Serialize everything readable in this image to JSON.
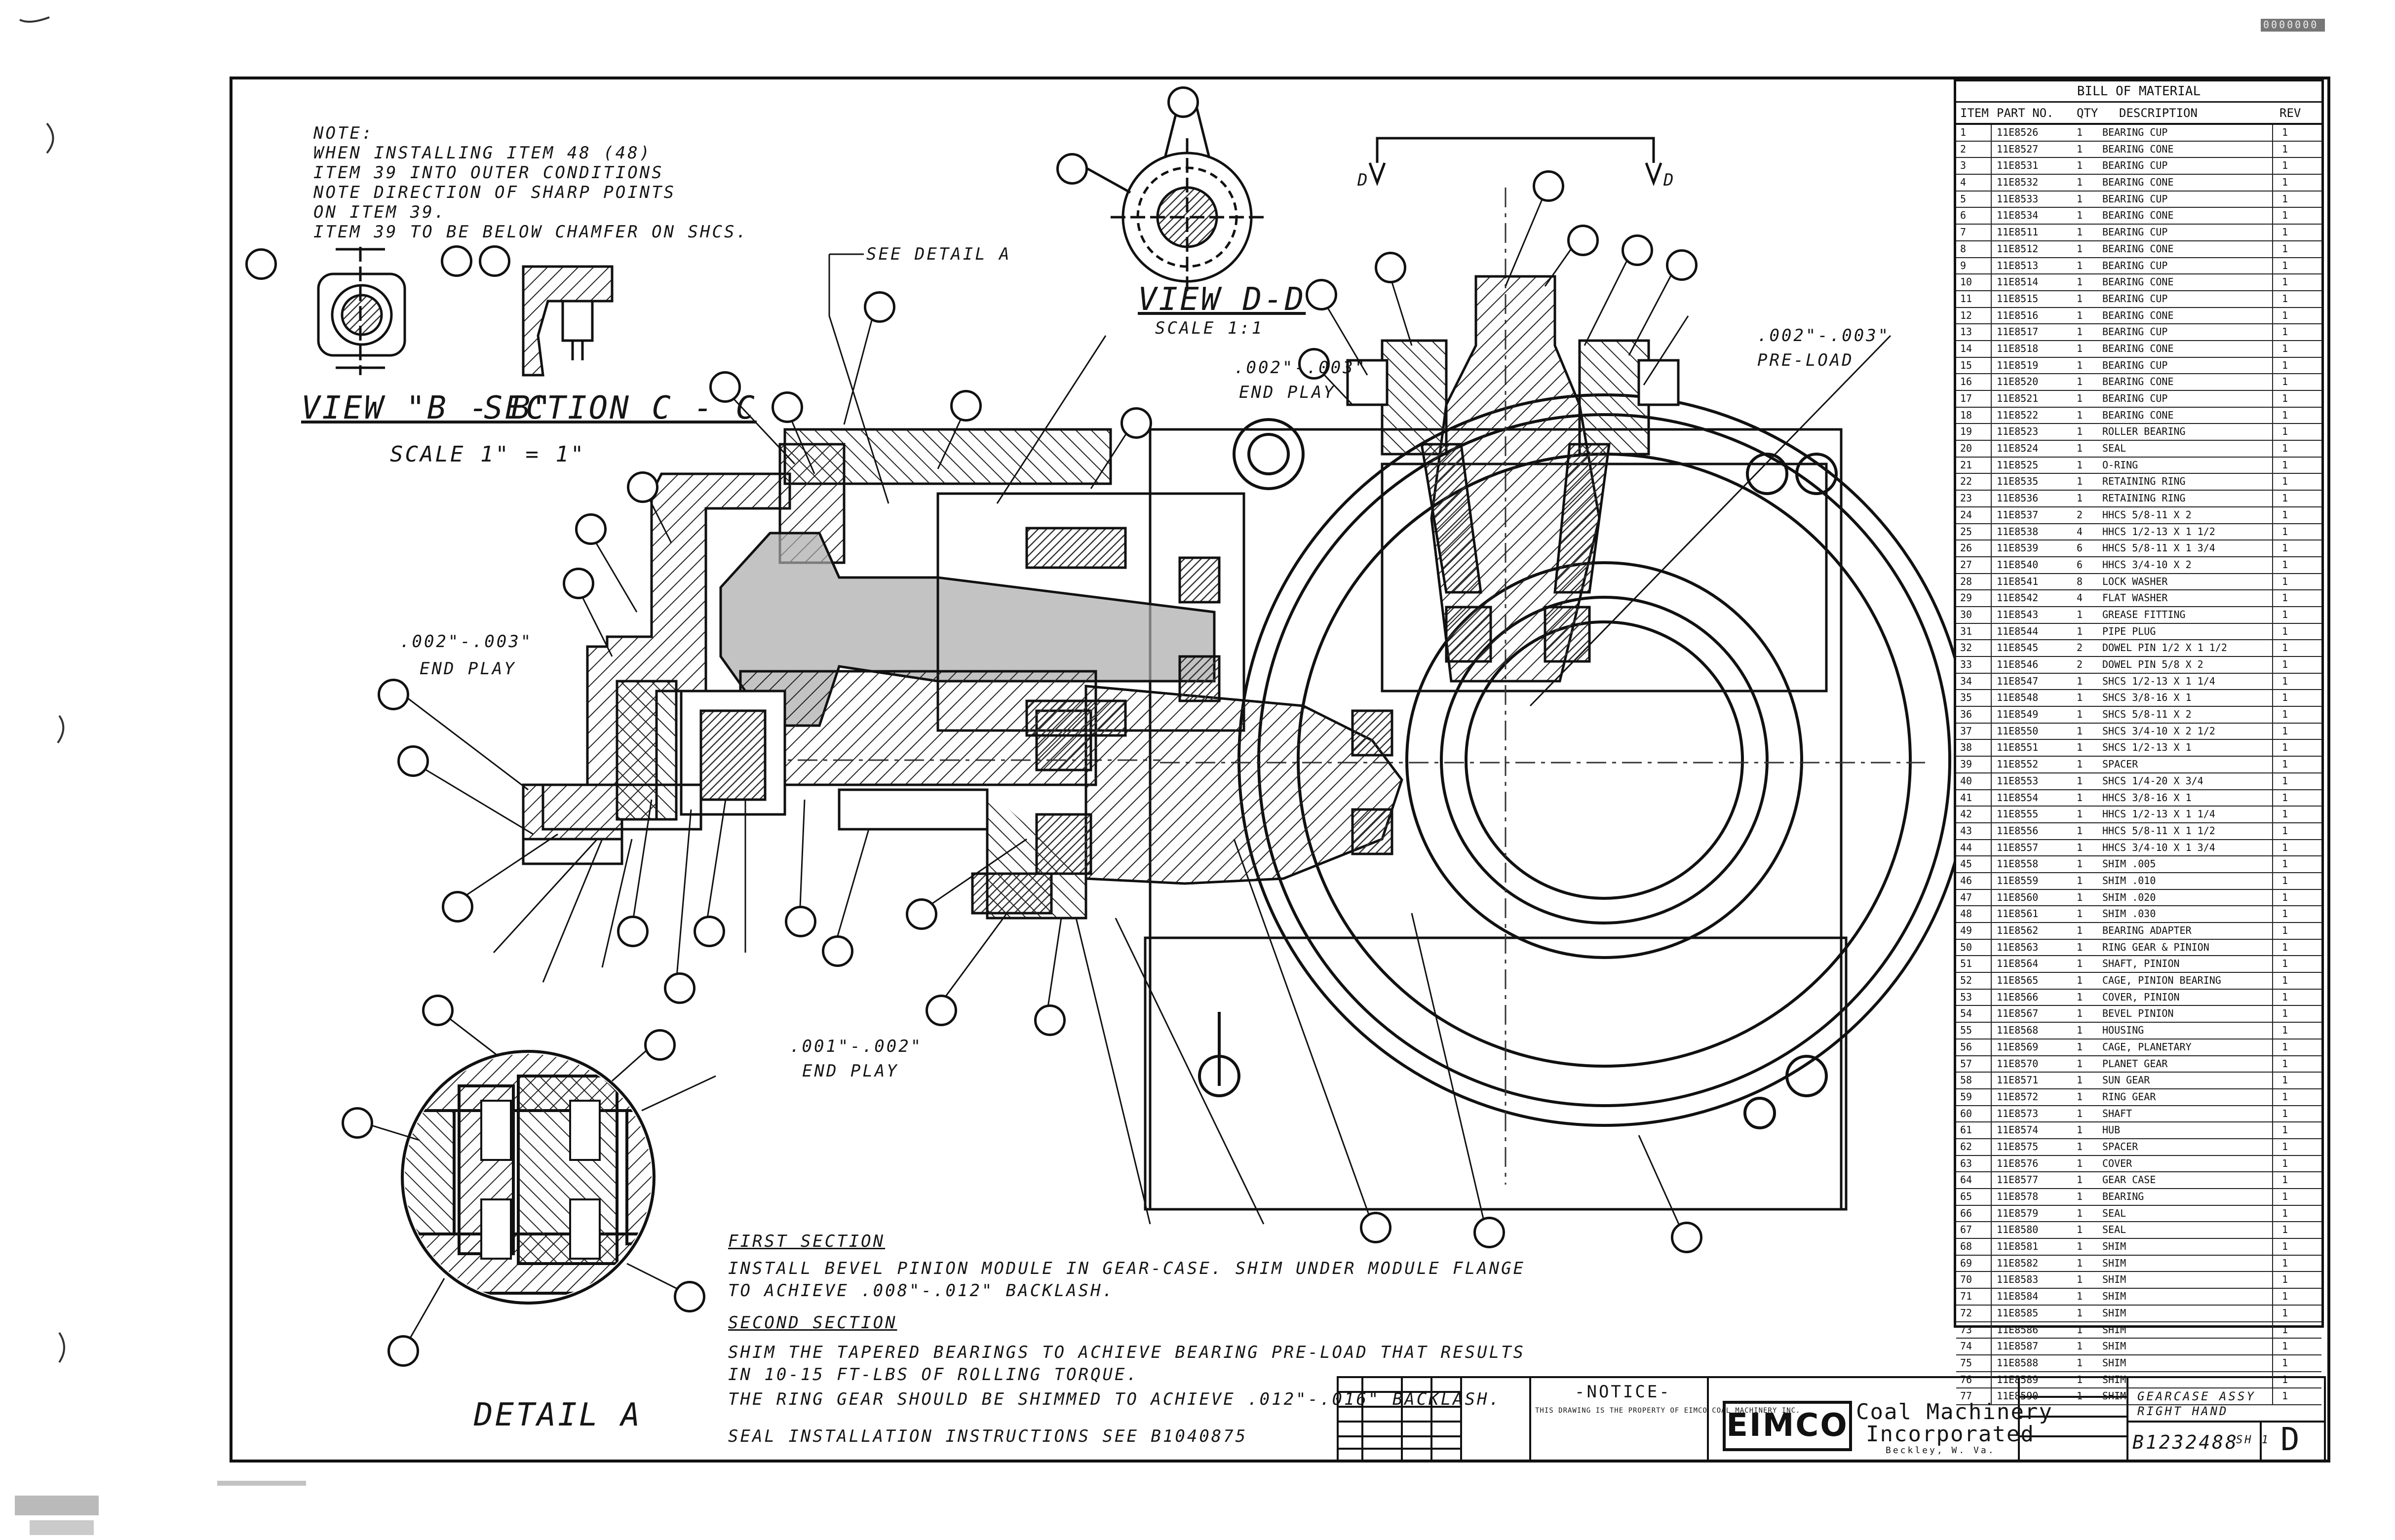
{
  "drawing": {
    "notes": {
      "heading": "NOTE:",
      "lines": [
        "WHEN INSTALLING ITEM 48 (48)",
        "ITEM 39 INTO OUTER CONDITIONS",
        "NOTE DIRECTION OF SHARP POINTS",
        "ON ITEM 39.",
        "ITEM 39 TO BE BELOW CHAMFER ON SHCS."
      ]
    },
    "view_bb_label": "VIEW \"B - B\"",
    "section_cc_label": "SECTION C - C",
    "scale_label": "SCALE 1\" = 1\"",
    "view_dd_label": "VIEW D-D",
    "view_dd_scale": "SCALE 1:1",
    "see_detail_label": "SEE DETAIL A",
    "detail_a_label": "DETAIL A",
    "backlash_note_1": ".002\"-.003\"",
    "backlash_note_1b": "END PLAY",
    "backlash_note_2": ".002\"-.003\"",
    "backlash_note_2b": "END PLAY",
    "backlash_note_3": ".001\"-.002\"",
    "backlash_note_3b": "END PLAY",
    "backlash_note_4": ".002\"-.003\"",
    "backlash_note_4b": "PRE-LOAD",
    "section_marker_left": "D",
    "section_marker_right": "D",
    "instructions": {
      "first_heading": "FIRST SECTION",
      "first_text": "INSTALL BEVEL PINION MODULE IN GEAR-CASE. SHIM UNDER MODULE FLANGE",
      "first_text_2": "TO ACHIEVE .008\"-.012\" BACKLASH.",
      "second_heading": "SECOND SECTION",
      "second_text": "SHIM THE TAPERED BEARINGS TO ACHIEVE BEARING PRE-LOAD THAT RESULTS",
      "second_text_2": "IN 10-15 FT-LBS OF ROLLING TORQUE.",
      "second_text_3": "THE RING GEAR SHOULD BE SHIMMED TO ACHIEVE .012\"-.016\" BACKLASH.",
      "seal_text": "SEAL INSTALLATION INSTRUCTIONS SEE B1040875"
    },
    "top_right_stamp": "0000000"
  },
  "bom": {
    "title": "BILL OF MATERIAL",
    "columns": [
      "ITEM",
      "PART NO.",
      "QTY",
      "DESCRIPTION",
      "REV"
    ],
    "rows": [
      [
        "1",
        "11E8526",
        "1",
        "BEARING CUP",
        "1"
      ],
      [
        "2",
        "11E8527",
        "1",
        "BEARING CONE",
        "1"
      ],
      [
        "3",
        "11E8531",
        "1",
        "BEARING CUP",
        "1"
      ],
      [
        "4",
        "11E8532",
        "1",
        "BEARING CONE",
        "1"
      ],
      [
        "5",
        "11E8533",
        "1",
        "BEARING CUP",
        "1"
      ],
      [
        "6",
        "11E8534",
        "1",
        "BEARING CONE",
        "1"
      ],
      [
        "7",
        "11E8511",
        "1",
        "BEARING CUP",
        "1"
      ],
      [
        "8",
        "11E8512",
        "1",
        "BEARING CONE",
        "1"
      ],
      [
        "9",
        "11E8513",
        "1",
        "BEARING CUP",
        "1"
      ],
      [
        "10",
        "11E8514",
        "1",
        "BEARING CONE",
        "1"
      ],
      [
        "11",
        "11E8515",
        "1",
        "BEARING CUP",
        "1"
      ],
      [
        "12",
        "11E8516",
        "1",
        "BEARING CONE",
        "1"
      ],
      [
        "13",
        "11E8517",
        "1",
        "BEARING CUP",
        "1"
      ],
      [
        "14",
        "11E8518",
        "1",
        "BEARING CONE",
        "1"
      ],
      [
        "15",
        "11E8519",
        "1",
        "BEARING CUP",
        "1"
      ],
      [
        "16",
        "11E8520",
        "1",
        "BEARING CONE",
        "1"
      ],
      [
        "17",
        "11E8521",
        "1",
        "BEARING CUP",
        "1"
      ],
      [
        "18",
        "11E8522",
        "1",
        "BEARING CONE",
        "1"
      ],
      [
        "19",
        "11E8523",
        "1",
        "ROLLER BEARING",
        "1"
      ],
      [
        "20",
        "11E8524",
        "1",
        "SEAL",
        "1"
      ],
      [
        "21",
        "11E8525",
        "1",
        "O-RING",
        "1"
      ],
      [
        "22",
        "11E8535",
        "1",
        "RETAINING RING",
        "1"
      ],
      [
        "23",
        "11E8536",
        "1",
        "RETAINING RING",
        "1"
      ],
      [
        "24",
        "11E8537",
        "2",
        "HHCS 5/8-11 X 2",
        "1"
      ],
      [
        "25",
        "11E8538",
        "4",
        "HHCS 1/2-13 X 1 1/2",
        "1"
      ],
      [
        "26",
        "11E8539",
        "6",
        "HHCS 5/8-11 X 1 3/4",
        "1"
      ],
      [
        "27",
        "11E8540",
        "6",
        "HHCS 3/4-10 X 2",
        "1"
      ],
      [
        "28",
        "11E8541",
        "8",
        "LOCK WASHER",
        "1"
      ],
      [
        "29",
        "11E8542",
        "4",
        "FLAT WASHER",
        "1"
      ],
      [
        "30",
        "11E8543",
        "1",
        "GREASE FITTING",
        "1"
      ],
      [
        "31",
        "11E8544",
        "1",
        "PIPE PLUG",
        "1"
      ],
      [
        "32",
        "11E8545",
        "2",
        "DOWEL PIN 1/2 X 1 1/2",
        "1"
      ],
      [
        "33",
        "11E8546",
        "2",
        "DOWEL PIN 5/8 X 2",
        "1"
      ],
      [
        "34",
        "11E8547",
        "1",
        "SHCS 1/2-13 X 1 1/4",
        "1"
      ],
      [
        "35",
        "11E8548",
        "1",
        "SHCS 3/8-16 X 1",
        "1"
      ],
      [
        "36",
        "11E8549",
        "1",
        "SHCS 5/8-11 X 2",
        "1"
      ],
      [
        "37",
        "11E8550",
        "1",
        "SHCS 3/4-10 X 2 1/2",
        "1"
      ],
      [
        "38",
        "11E8551",
        "1",
        "SHCS 1/2-13 X 1",
        "1"
      ],
      [
        "39",
        "11E8552",
        "1",
        "SPACER",
        "1"
      ],
      [
        "40",
        "11E8553",
        "1",
        "SHCS 1/4-20 X 3/4",
        "1"
      ],
      [
        "41",
        "11E8554",
        "1",
        "HHCS 3/8-16 X 1",
        "1"
      ],
      [
        "42",
        "11E8555",
        "1",
        "HHCS 1/2-13 X 1 1/4",
        "1"
      ],
      [
        "43",
        "11E8556",
        "1",
        "HHCS 5/8-11 X 1 1/2",
        "1"
      ],
      [
        "44",
        "11E8557",
        "1",
        "HHCS 3/4-10 X 1 3/4",
        "1"
      ],
      [
        "45",
        "11E8558",
        "1",
        "SHIM .005",
        "1"
      ],
      [
        "46",
        "11E8559",
        "1",
        "SHIM .010",
        "1"
      ],
      [
        "47",
        "11E8560",
        "1",
        "SHIM .020",
        "1"
      ],
      [
        "48",
        "11E8561",
        "1",
        "SHIM .030",
        "1"
      ],
      [
        "49",
        "11E8562",
        "1",
        "BEARING ADAPTER",
        "1"
      ],
      [
        "50",
        "11E8563",
        "1",
        "RING GEAR & PINION",
        "1"
      ],
      [
        "51",
        "11E8564",
        "1",
        "SHAFT, PINION",
        "1"
      ],
      [
        "52",
        "11E8565",
        "1",
        "CAGE, PINION BEARING",
        "1"
      ],
      [
        "53",
        "11E8566",
        "1",
        "COVER, PINION",
        "1"
      ],
      [
        "54",
        "11E8567",
        "1",
        "BEVEL PINION",
        "1"
      ],
      [
        "55",
        "11E8568",
        "1",
        "HOUSING",
        "1"
      ],
      [
        "56",
        "11E8569",
        "1",
        "CAGE, PLANETARY",
        "1"
      ],
      [
        "57",
        "11E8570",
        "1",
        "PLANET GEAR",
        "1"
      ],
      [
        "58",
        "11E8571",
        "1",
        "SUN GEAR",
        "1"
      ],
      [
        "59",
        "11E8572",
        "1",
        "RING GEAR",
        "1"
      ],
      [
        "60",
        "11E8573",
        "1",
        "SHAFT",
        "1"
      ],
      [
        "61",
        "11E8574",
        "1",
        "HUB",
        "1"
      ],
      [
        "62",
        "11E8575",
        "1",
        "SPACER",
        "1"
      ],
      [
        "63",
        "11E8576",
        "1",
        "COVER",
        "1"
      ],
      [
        "64",
        "11E8577",
        "1",
        "GEAR CASE",
        "1"
      ],
      [
        "65",
        "11E8578",
        "1",
        "BEARING",
        "1"
      ],
      [
        "66",
        "11E8579",
        "1",
        "SEAL",
        "1"
      ],
      [
        "67",
        "11E8580",
        "1",
        "SEAL",
        "1"
      ],
      [
        "68",
        "11E8581",
        "1",
        "SHIM",
        "1"
      ],
      [
        "69",
        "11E8582",
        "1",
        "SHIM",
        "1"
      ],
      [
        "70",
        "11E8583",
        "1",
        "SHIM",
        "1"
      ],
      [
        "71",
        "11E8584",
        "1",
        "SHIM",
        "1"
      ],
      [
        "72",
        "11E8585",
        "1",
        "SHIM",
        "1"
      ],
      [
        "73",
        "11E8586",
        "1",
        "SHIM",
        "1"
      ],
      [
        "74",
        "11E8587",
        "1",
        "SHIM",
        "1"
      ],
      [
        "75",
        "11E8588",
        "1",
        "SHIM",
        "1"
      ],
      [
        "76",
        "11E8589",
        "1",
        "SHIM",
        "1"
      ],
      [
        "77",
        "11E8590",
        "1",
        "SHIM",
        "1"
      ]
    ]
  },
  "title_block": {
    "notice_heading": "-NOTICE-",
    "notice_text": "THIS DRAWING IS THE PROPERTY OF EIMCO COAL MACHINERY INC.",
    "company_logo": "EIMCO",
    "company_name_1": "Coal Machinery",
    "company_name_2": "Incorporated",
    "company_location": "Beckley, W. Va.",
    "drawing_title_1": "GEARCASE ASSY",
    "drawing_title_2": "RIGHT HAND",
    "drawing_number": "B1232488",
    "sheet_label": "SH 1",
    "rev_letter": "D"
  }
}
